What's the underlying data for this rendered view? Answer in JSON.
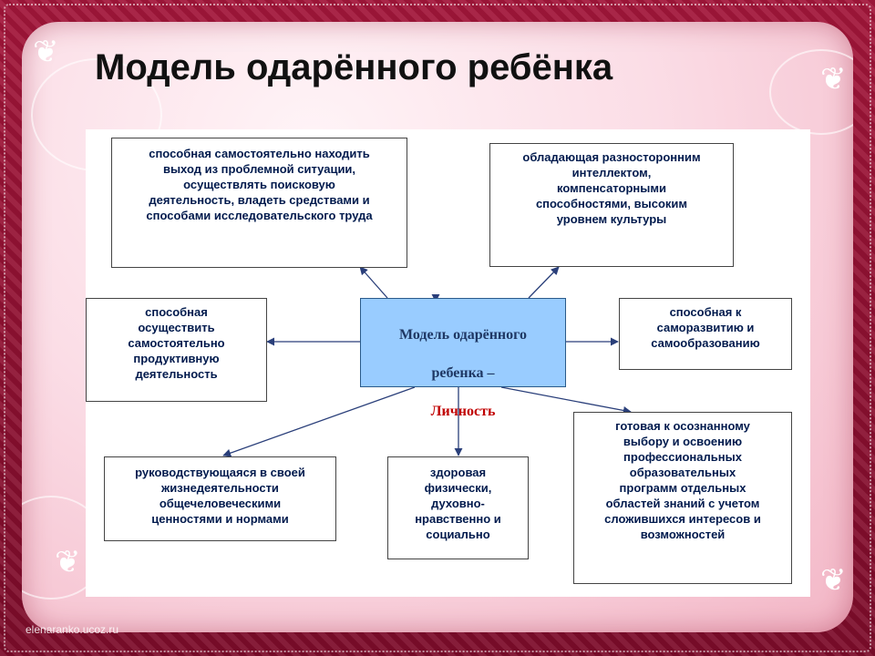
{
  "title": "Модель одарённого ребёнка",
  "center": {
    "line1": "Модель одарённого",
    "line2": "ребенка –",
    "line3": "Личность"
  },
  "boxes": {
    "top_left": "способная самостоятельно находить\nвыход из проблемной ситуации,\nосуществлять поисковую\nдеятельность, владеть средствами и\nспособами исследовательского труда",
    "top_right": "обладающая разносторонним\nинтеллектом,\nкомпенсаторными\nспособностями, высоким\nуровнем культуры",
    "middle_left": "способная\nосуществить\nсамостоятельно\nпродуктивную\nдеятельность",
    "middle_right": "способная к\nсаморазвитию и\nсамообразованию",
    "bottom_left": "руководствующаяся в своей\nжизнедеятельности\nобщечеловеческими\nценностями и нормами",
    "bottom_middle": "здоровая\nфизически,\nдуховно-\nнравственно и\nсоциально",
    "bottom_right": "готовая к осознанному\nвыбору и освоению\nпрофессиональных\nобразовательных\nпрограмм отдельных\nобластей знаний с учетом\nсложившихся интересов и\nвозможностей"
  },
  "watermark": "elenaranko.ucoz.ru",
  "colors": {
    "frame": "#8e1030",
    "center_fill": "#99ccff",
    "center_text": "#1f3864",
    "accent_text": "#c00000",
    "box_text": "#001a4d",
    "arrow": "#2a3f7a"
  },
  "icons": {
    "butterfly": "butterfly-icon"
  }
}
